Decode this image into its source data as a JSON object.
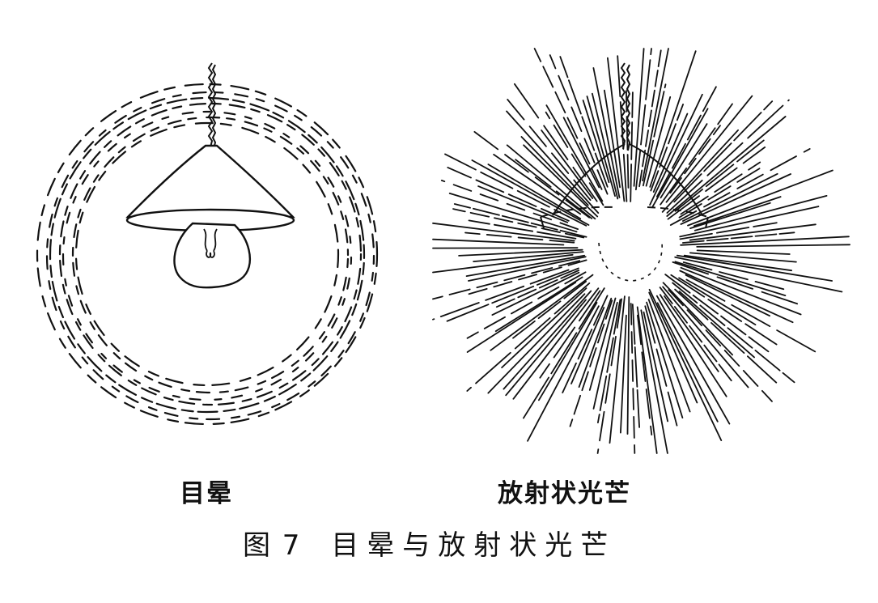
{
  "panels": [
    {
      "id": "halo",
      "label": "目晕"
    },
    {
      "id": "rays",
      "label": "放射状光芒"
    }
  ],
  "caption": {
    "figure_number": "图 7",
    "title": "目晕与放射状光芒"
  },
  "colors": {
    "ink": "#111111",
    "paper": "#ffffff"
  }
}
